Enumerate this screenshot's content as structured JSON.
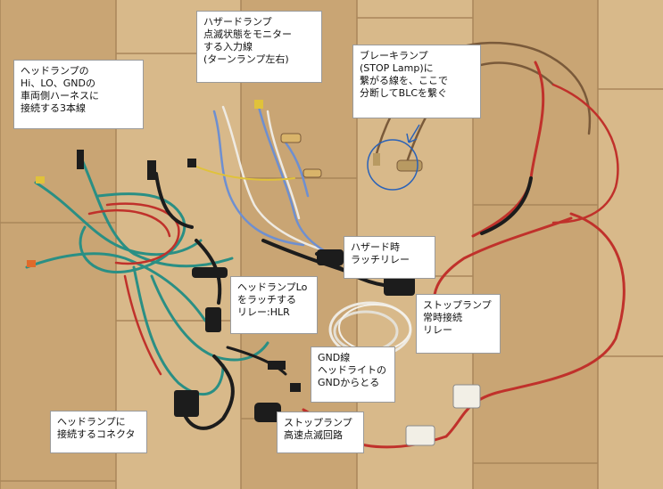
{
  "photo": {
    "subject": "wire-harness-on-wooden-floor",
    "colors": {
      "wood": "#c9a574",
      "wood_light": "#d8b98a",
      "wood_seam": "#a9865a",
      "wire_teal": "#2a8f84",
      "wire_red": "#c0312b",
      "wire_black": "#1c1c1c",
      "wire_blue": "#6e8fd0",
      "wire_white": "#eeeae2",
      "wire_brown": "#7a5a3a",
      "wire_yellow": "#e0c23a",
      "connector_white": "#f2efe6",
      "circle_blue": "#2a62b8"
    }
  },
  "labels": {
    "headlamp_3wires": "ヘッドランプの\nHi、LO、GNDの\n車両側ハーネスに\n接続する3本線",
    "hazard_input": "ハザードランプ\n点滅状態をモニター\nする入力線\n(ターンランプ左右)",
    "brake_lamp": "ブレーキランプ\n(STOP Lamp)に\n繋がる線を、ここで\n分断してBLCを繋ぐ",
    "hazard_relay": "ハザード時\nラッチリレー",
    "headlamp_lo_relay": "ヘッドランプLo\nをラッチする\nリレー:HLR",
    "stop_relay": "ストップランプ\n常時接続\nリレー",
    "gnd_wire": "GND線\nヘッドライトの\nGNDからとる",
    "headlamp_connector": "ヘッドランプに\n接続するコネクタ",
    "stop_flash_circuit": "ストップランプ\n高速点滅回路"
  }
}
